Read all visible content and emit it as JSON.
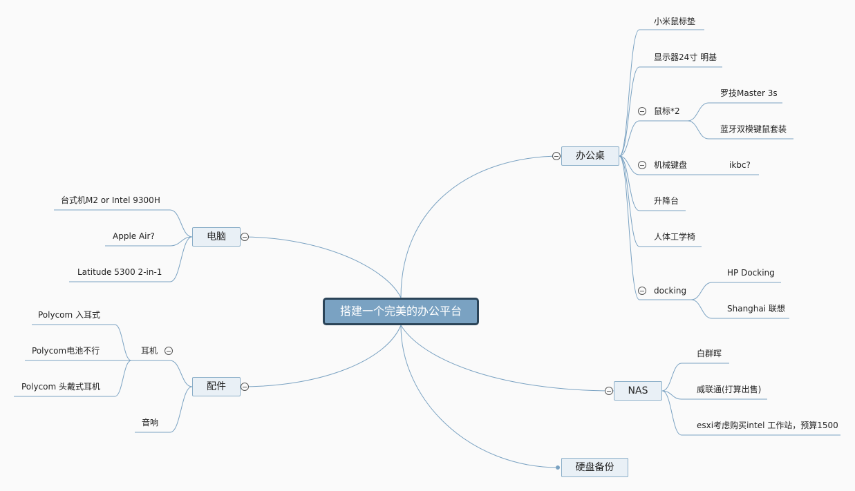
{
  "root": "搭建一个完美的办公平台",
  "office_desk": {
    "label": "办公桌",
    "mouse_pad": "小米鼠标垫",
    "monitor": "显示器24寸 明基",
    "mouse": {
      "label": "鼠标*2",
      "item1": "罗技Master 3s",
      "item2": "蓝牙双模键鼠套装"
    },
    "keyboard": {
      "label": "机械键盘",
      "item1": "ikbc?"
    },
    "lift_table": "升降台",
    "chair": "人体工学椅",
    "docking": {
      "label": "docking",
      "item1": "HP Docking",
      "item2": "Shanghai 联想"
    }
  },
  "computer": {
    "label": "电脑",
    "item1": "台式机M2 or Intel 9300H",
    "item2": "Apple Air?",
    "item3": "Latitude 5300 2-in-1"
  },
  "accessories": {
    "label": "配件",
    "earphones": {
      "label": "耳机",
      "item1": "Polycom 入耳式",
      "item2": "Polycom电池不行",
      "item3": "Polycom 头戴式耳机"
    },
    "speaker": "音响"
  },
  "nas": {
    "label": "NAS",
    "item1": "白群晖",
    "item2": "威联通(打算出售)",
    "item3": "esxi考虑购买intel 工作站，预算1500"
  },
  "disk_backup": {
    "label": "硬盘备份"
  },
  "colors": {
    "line": "#7aa2c2",
    "root_fill": "#7aa2c2",
    "root_border": "#2b4458",
    "node_fill": "#e9f0f6",
    "node_border": "#8aaec8"
  }
}
